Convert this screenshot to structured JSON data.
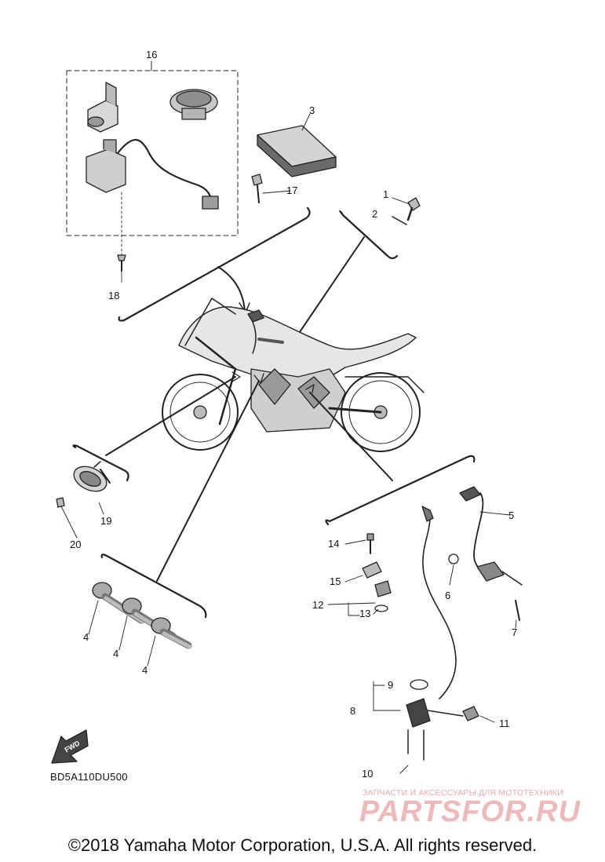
{
  "diagram": {
    "callouts": [
      {
        "id": "16",
        "text": "16"
      },
      {
        "id": "3",
        "text": "3"
      },
      {
        "id": "17",
        "text": "17"
      },
      {
        "id": "1",
        "text": "1"
      },
      {
        "id": "2",
        "text": "2"
      },
      {
        "id": "18",
        "text": "18"
      },
      {
        "id": "5",
        "text": "5"
      },
      {
        "id": "19",
        "text": "19"
      },
      {
        "id": "20",
        "text": "20"
      },
      {
        "id": "14",
        "text": "14"
      },
      {
        "id": "15",
        "text": "15"
      },
      {
        "id": "6",
        "text": "6"
      },
      {
        "id": "12",
        "text": "12"
      },
      {
        "id": "13",
        "text": "13"
      },
      {
        "id": "7",
        "text": "7"
      },
      {
        "id": "4a",
        "text": "4"
      },
      {
        "id": "4b",
        "text": "4"
      },
      {
        "id": "4c",
        "text": "4"
      },
      {
        "id": "9",
        "text": "9"
      },
      {
        "id": "8",
        "text": "8"
      },
      {
        "id": "11",
        "text": "11"
      },
      {
        "id": "10",
        "text": "10"
      }
    ],
    "fwd_label": "FWD",
    "diagram_code": "BD5A110DU500"
  },
  "watermark": {
    "tagline": "ЗАПЧАСТИ И АКСЕССУАРЫ ДЛЯ МОТОТЕХНИКИ",
    "logo": "PARTSFOR.RU"
  },
  "footer": {
    "copyright": "©2018 Yamaha Motor Corporation, U.S.A. All rights reserved."
  }
}
